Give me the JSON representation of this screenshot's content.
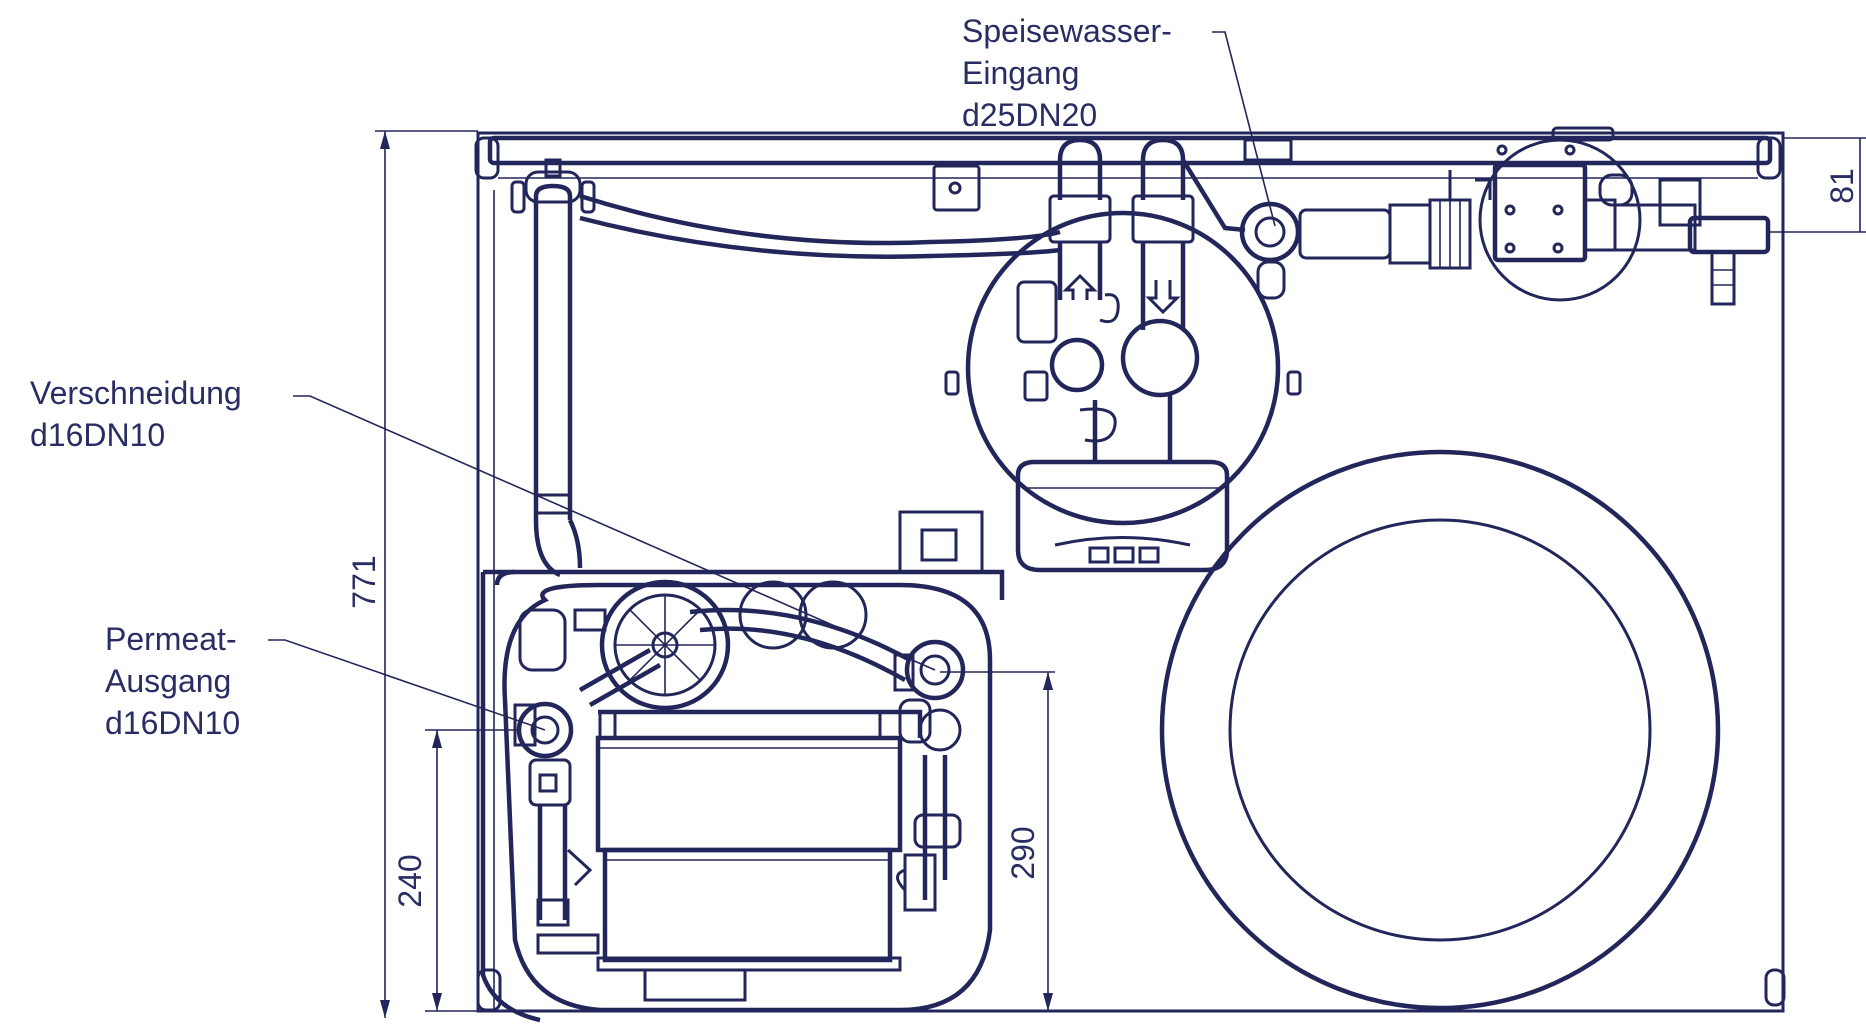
{
  "labels": {
    "feed_inlet": {
      "line1": "Speisewasser-",
      "line2": "Eingang",
      "line3": "d25DN20"
    },
    "blending": {
      "line1": "Verschneidung",
      "line2": "d16DN10"
    },
    "permeate": {
      "line1": "Permeat-",
      "line2": "Ausgang",
      "line3": "d16DN10"
    }
  },
  "dimensions": {
    "total_height": "771",
    "right_offset": "81",
    "permeate_height": "240",
    "blend_height": "290"
  },
  "colors": {
    "stroke": "#23265a",
    "text": "#2a2d63",
    "background": "#ffffff"
  }
}
